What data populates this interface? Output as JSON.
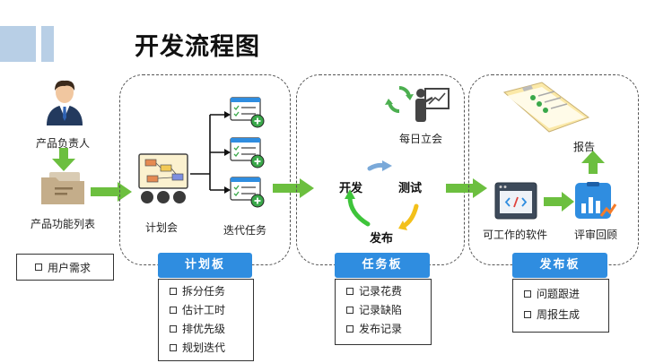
{
  "title": "开发流程图",
  "colors": {
    "arrow_green": "#6cbf3f",
    "tag_blue": "#2f8de0",
    "panel_border": "#555555"
  },
  "left": {
    "person_label": "产品负责人",
    "features_label": "产品功能列表",
    "requirements_item": "用户需求"
  },
  "planning": {
    "meeting_label": "计划会",
    "iteration_label": "迭代任务",
    "tag": "计划板",
    "items": [
      "拆分任务",
      "估计工时",
      "排优先级",
      "规划迭代"
    ]
  },
  "task": {
    "standup_label": "每日立会",
    "cycle": {
      "develop": "开发",
      "test": "测试",
      "release": "发布"
    },
    "tag": "任务板",
    "items": [
      "记录花费",
      "记录缺陷",
      "发布记录"
    ]
  },
  "release": {
    "report_label": "报告",
    "software_label": "可工作的软件",
    "review_label": "评审回顾",
    "tag": "发布板",
    "items": [
      "问题跟进",
      "周报生成"
    ]
  }
}
